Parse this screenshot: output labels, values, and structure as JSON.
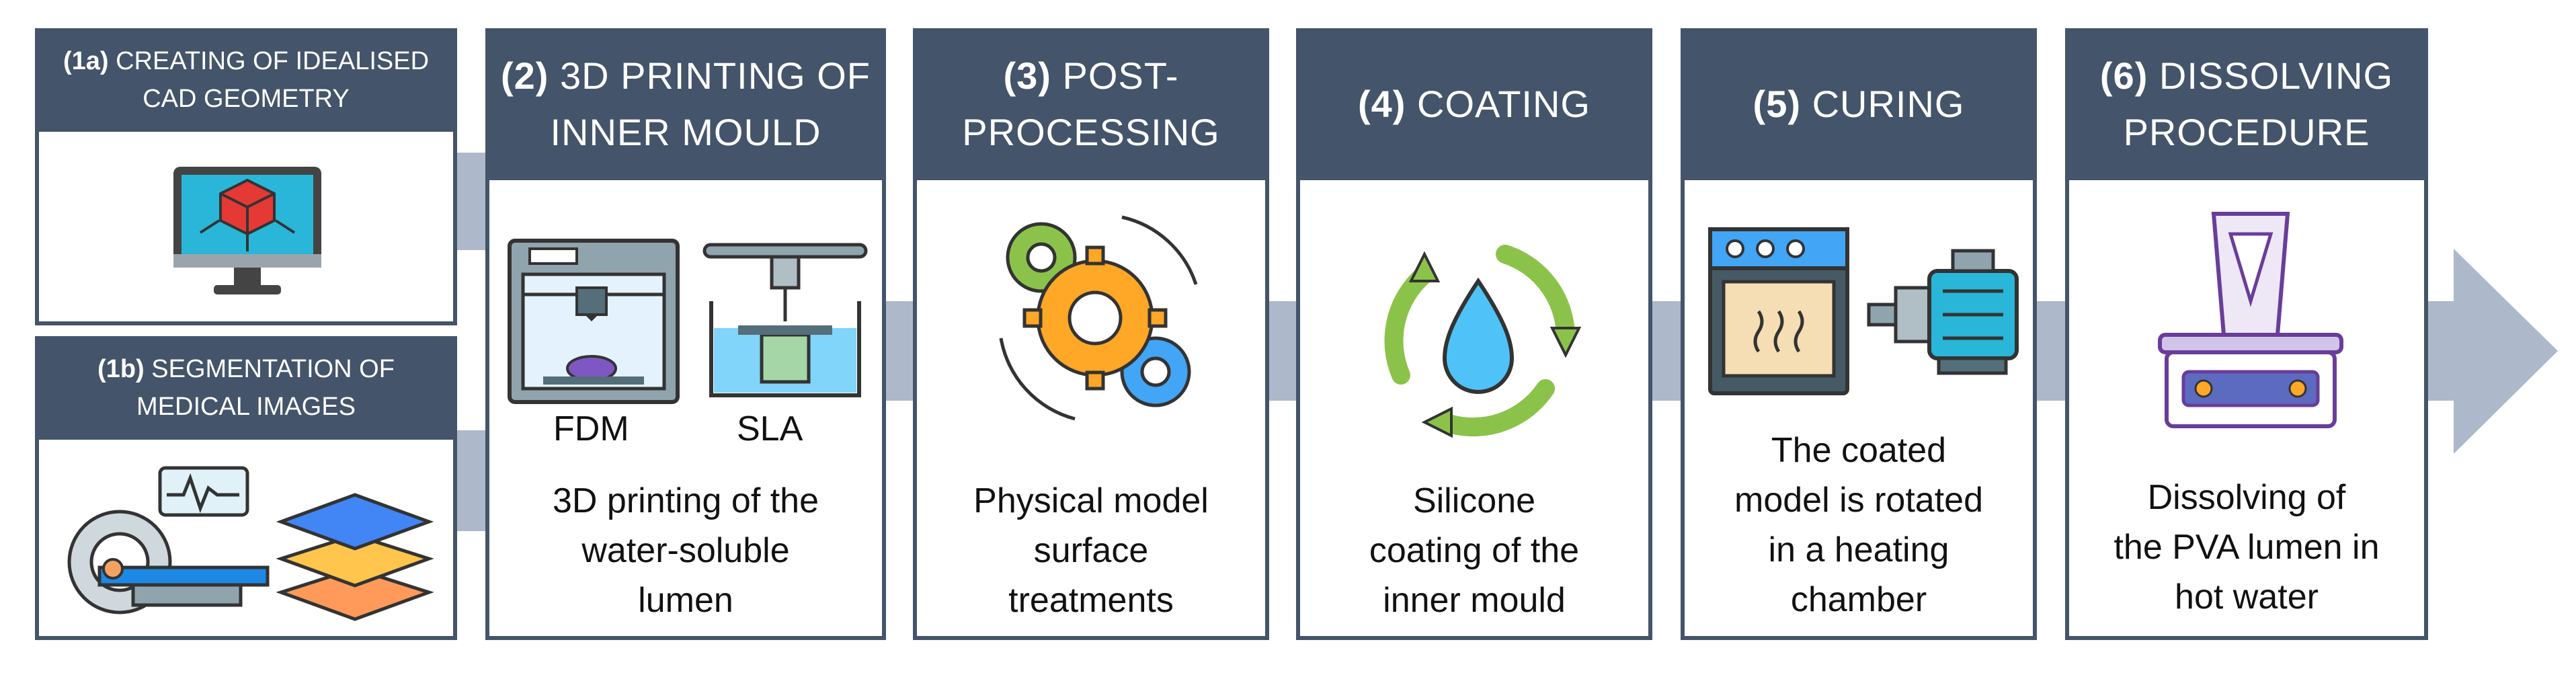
{
  "colors": {
    "header_bg": "#44546a",
    "header_text": "#ffffff",
    "arrow": "#adb9ca",
    "card_border": "#44546a"
  },
  "steps": [
    {
      "id": "1a",
      "num": "(1a)",
      "title": "CREATING OF IDEALISED CAD GEOMETRY",
      "icon": "cad-monitor-icon"
    },
    {
      "id": "1b",
      "num": "(1b)",
      "title": "SEGMENTATION OF MEDICAL IMAGES",
      "icon": "mri-scanner-icon"
    },
    {
      "id": "2",
      "num": "(2)",
      "title": "3D PRINTING OF INNER MOULD",
      "sublabels": [
        "FDM",
        "SLA"
      ],
      "desc": [
        "3D printing of the",
        "water-soluble",
        "lumen"
      ],
      "icon": "3d-printer-icon"
    },
    {
      "id": "3",
      "num": "(3)",
      "title": "POST-PROCESSING",
      "desc": [
        "Physical model",
        "surface",
        "treatments"
      ],
      "icon": "gears-icon"
    },
    {
      "id": "4",
      "num": "(4)",
      "title": "COATING",
      "desc": [
        "Silicone",
        "coating of the",
        "inner mould"
      ],
      "icon": "drop-cycle-icon"
    },
    {
      "id": "5",
      "num": "(5)",
      "title": "CURING",
      "desc": [
        "The coated",
        "model is rotated",
        "in a heating",
        "chamber"
      ],
      "icon": "oven-motor-icon"
    },
    {
      "id": "6",
      "num": "(6)",
      "title": "DISSOLVING PROCEDURE",
      "desc": [
        "Dissolving of",
        "the PVA lumen in",
        "hot water"
      ],
      "icon": "hotplate-beaker-icon"
    }
  ]
}
